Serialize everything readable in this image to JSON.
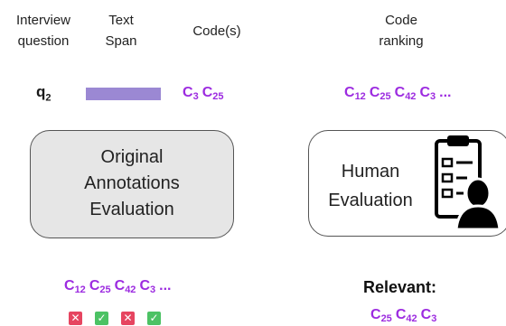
{
  "headers": {
    "question": [
      "Interview",
      "question"
    ],
    "text_span": [
      "Text",
      "Span"
    ],
    "codes": "Code(s)",
    "ranking": [
      "Code",
      "ranking"
    ]
  },
  "question": {
    "letter": "q",
    "sub": "2"
  },
  "assigned_codes": [
    {
      "letter": "C",
      "sub": "3"
    },
    {
      "letter": "C",
      "sub": "25"
    }
  ],
  "ranking_codes": [
    {
      "letter": "C",
      "sub": "12"
    },
    {
      "letter": "C",
      "sub": "25"
    },
    {
      "letter": "C",
      "sub": "42"
    },
    {
      "letter": "C",
      "sub": "3"
    }
  ],
  "ellipsis": "...",
  "original_box": {
    "lines": [
      "Original",
      "Annotations",
      "Evaluation"
    ]
  },
  "human_box": {
    "lines": [
      "Human",
      "Evaluation"
    ],
    "icon": "clipboard-person-icon"
  },
  "bottom_codes": [
    {
      "letter": "C",
      "sub": "12"
    },
    {
      "letter": "C",
      "sub": "25"
    },
    {
      "letter": "C",
      "sub": "42"
    },
    {
      "letter": "C",
      "sub": "3"
    }
  ],
  "judgments": [
    {
      "correct": false,
      "glyph": "✕"
    },
    {
      "correct": true,
      "glyph": "✓"
    },
    {
      "correct": false,
      "glyph": "✕"
    },
    {
      "correct": true,
      "glyph": "✓"
    }
  ],
  "relevant_label": "Relevant:",
  "relevant_codes": [
    {
      "letter": "C",
      "sub": "25"
    },
    {
      "letter": "C",
      "sub": "42"
    },
    {
      "letter": "C",
      "sub": "3"
    }
  ],
  "colors": {
    "code_purple": "#9c2be0",
    "span_bar": "#9b88d3",
    "box_gray": "#e6e6e6",
    "cross_red": "#e64560",
    "check_green": "#4cc264"
  }
}
